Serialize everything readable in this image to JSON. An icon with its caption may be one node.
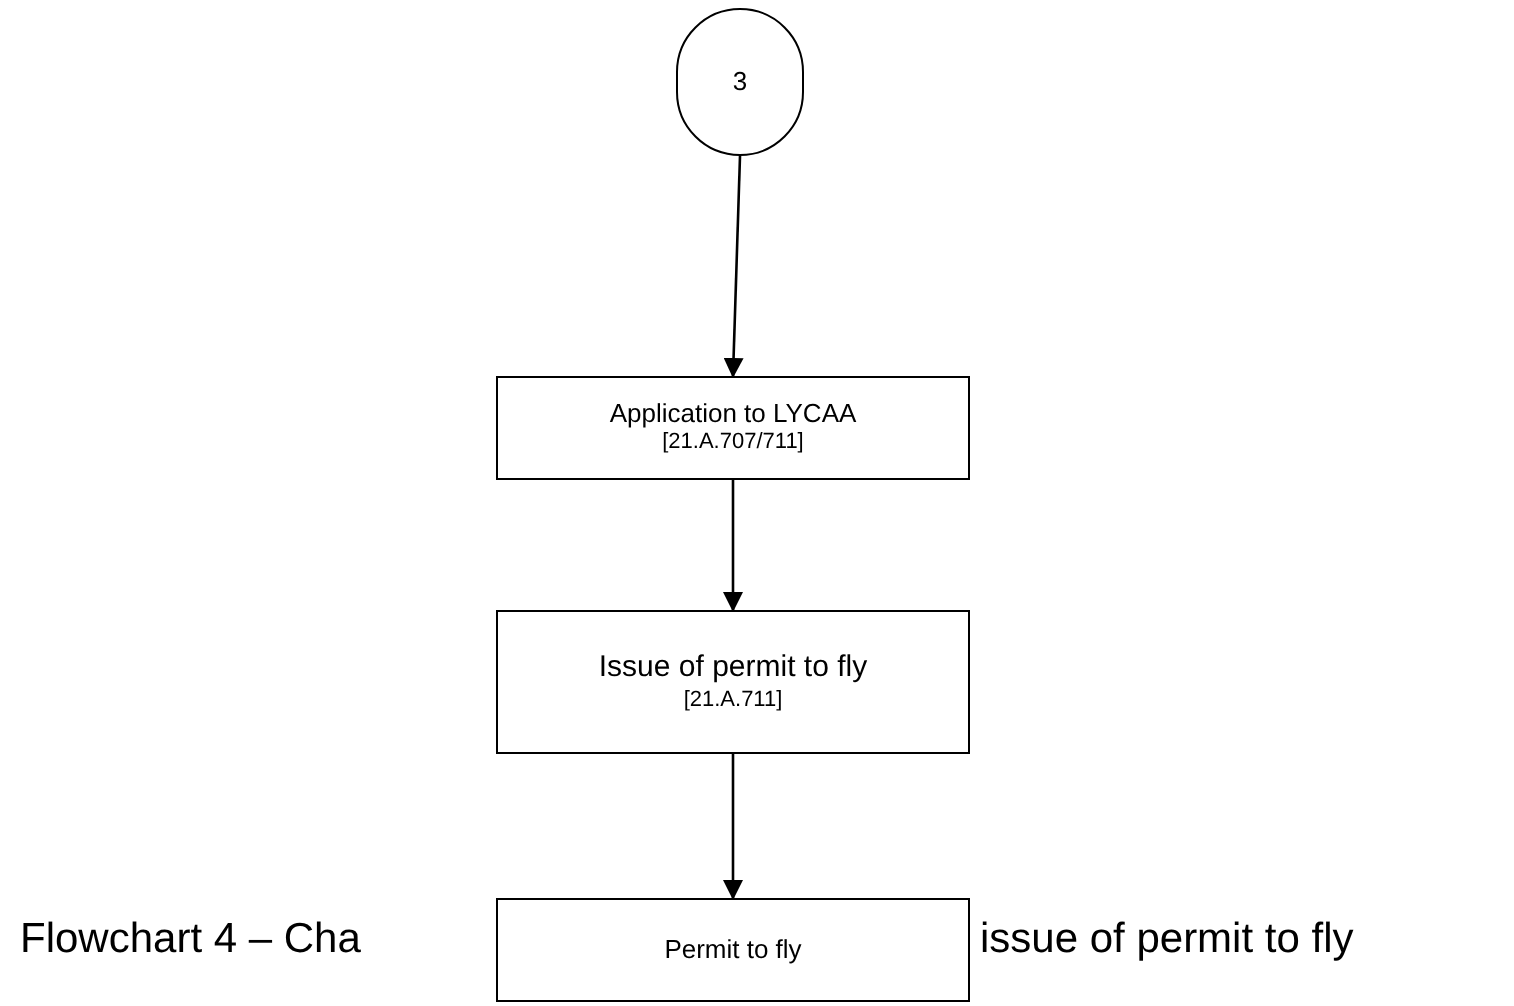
{
  "diagram": {
    "nodes": [
      {
        "text": [
          "3"
        ]
      },
      {
        "text": [
          "Application to LYCAA",
          "[21.A.707/711]"
        ]
      },
      {
        "text": [
          "Issue of permit to fly",
          "[21.A.711]"
        ]
      },
      {
        "text": [
          "Permit to fly"
        ]
      }
    ],
    "edges": [
      {
        "from": 0,
        "to": 1,
        "arrow": "to"
      },
      {
        "from": 1,
        "to": 2,
        "arrow": "to"
      },
      {
        "from": 2,
        "to": 3,
        "arrow": "to"
      }
    ],
    "labels": [
      "Flowchart 4 – Cha",
      "issue of permit to fly"
    ]
  }
}
